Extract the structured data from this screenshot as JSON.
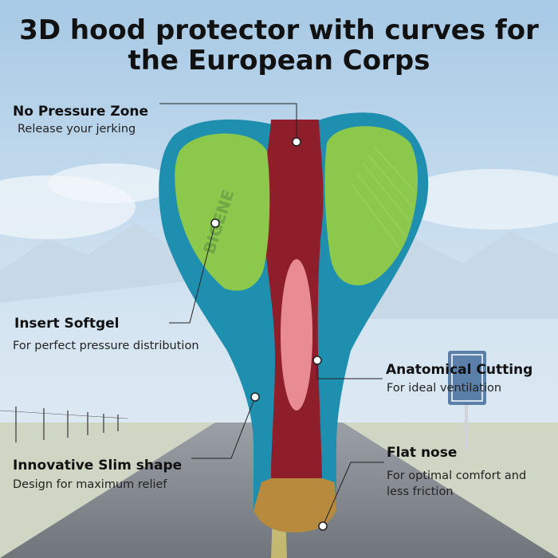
{
  "title": {
    "line1": "3D hood protector with curves for",
    "line2": "the European Corps"
  },
  "callouts": [
    {
      "heading": "No Pressure Zone",
      "desc": "Release your jerking"
    },
    {
      "heading": "Insert Softgel",
      "desc": "For perfect pressure distribution"
    },
    {
      "heading": "Anatomical Cutting",
      "desc": "For ideal ventilation"
    },
    {
      "heading": "Innovative Slim shape",
      "desc": "Design for maximum relief"
    },
    {
      "heading": "Flat nose",
      "desc": "For optimal comfort and less friction"
    }
  ],
  "brand_text": "BIGENE",
  "colors": {
    "sky_top": "#a9cbe6",
    "sky_bottom": "#d6e6f2",
    "saddle_blue": "#1f8fb0",
    "gel_green": "#8cc84b",
    "pressure_red": "#8e1f2a",
    "cutout_pink": "#e98b93",
    "nose_gold": "#b78a3e"
  }
}
